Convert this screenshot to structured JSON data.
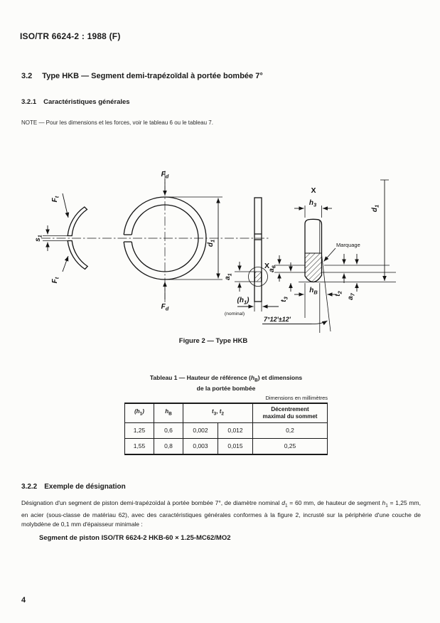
{
  "doc": {
    "header": "ISO/TR 6624-2 : 1988 (F)",
    "page_number": "4"
  },
  "sections": {
    "s32": {
      "number": "3.2",
      "title": "Type HKB — Segment demi-trapézoïdal à portée bombée 7°"
    },
    "s321": {
      "number": "3.2.1",
      "title": "Caractéristiques générales"
    },
    "note": "NOTE — Pour les dimensions et les forces, voir le tableau 6 ou le tableau 7.",
    "s322": {
      "number": "3.2.2",
      "title": "Exemple de désignation"
    }
  },
  "figure": {
    "caption": "Figure 2 — Type HKB",
    "labels": {
      "ft": {
        "main": "F",
        "sub": "t"
      },
      "fd": {
        "main": "F",
        "sub": "d"
      },
      "s1": {
        "main": "s",
        "sub": "1"
      },
      "d1": {
        "main": "d",
        "sub": "1"
      },
      "a1": {
        "main": "a",
        "sub": "1"
      },
      "a6": {
        "main": "a",
        "sub": "6"
      },
      "a7": {
        "main": "a",
        "sub": "7"
      },
      "t2": {
        "main": "t",
        "sub": "2"
      },
      "t3": {
        "main": "t",
        "sub": "3"
      },
      "h3": {
        "main": "h",
        "sub": "3"
      },
      "hB": {
        "main": "h",
        "sub": "B"
      },
      "h1": {
        "pre": "(h",
        "sub": "1",
        "post": ")"
      },
      "nominal": "(nominal)",
      "detail": "X",
      "marking": "Marquage",
      "angle": "7°12'±12'"
    }
  },
  "table": {
    "title": {
      "part1": "Tableau 1 — Hauteur de référence (",
      "var_main": "h",
      "var_sub": "B",
      "part2": ") et dimensions",
      "line2": "de la portée bombée"
    },
    "units": "Dimensions en millimètres",
    "headers": {
      "h1": {
        "pre": "(h",
        "sub": "1",
        "post": ")"
      },
      "hB": {
        "main": "h",
        "sub": "B"
      },
      "t32": {
        "m1": "t",
        "s1": "3",
        "sep": ", ",
        "m2": "t",
        "s2": "2"
      },
      "dec": {
        "line1": "Décentrement",
        "line2": "maximal du sommet"
      }
    },
    "rows": [
      {
        "h1": "1,25",
        "hB": "0,6",
        "t3": "0,002",
        "t2": "0,012",
        "dec": "0,2"
      },
      {
        "h1": "1,55",
        "hB": "0,8",
        "t3": "0,003",
        "t2": "0,015",
        "dec": "0,25"
      }
    ]
  },
  "example": {
    "p1": "Désignation d'un segment de piston demi-trapézoïdal à portée bombée 7°, de diamètre nominal ",
    "v1": {
      "main": "d",
      "sub": "1"
    },
    "p2": " = 60 mm, de hauteur de segment ",
    "v2": {
      "main": "h",
      "sub": "1"
    },
    "p3": " = 1,25 mm, en acier (sous-classe de matériau 62), avec des caractéristiques générales conformes à la figure 2, incrusté sur la périphérie d'une couche de molybdène de 0,1 mm d'épaisseur minimale :",
    "designation": "Segment de piston ISO/TR 6624-2 HKB-60 × 1.25-MC62/MO2"
  }
}
